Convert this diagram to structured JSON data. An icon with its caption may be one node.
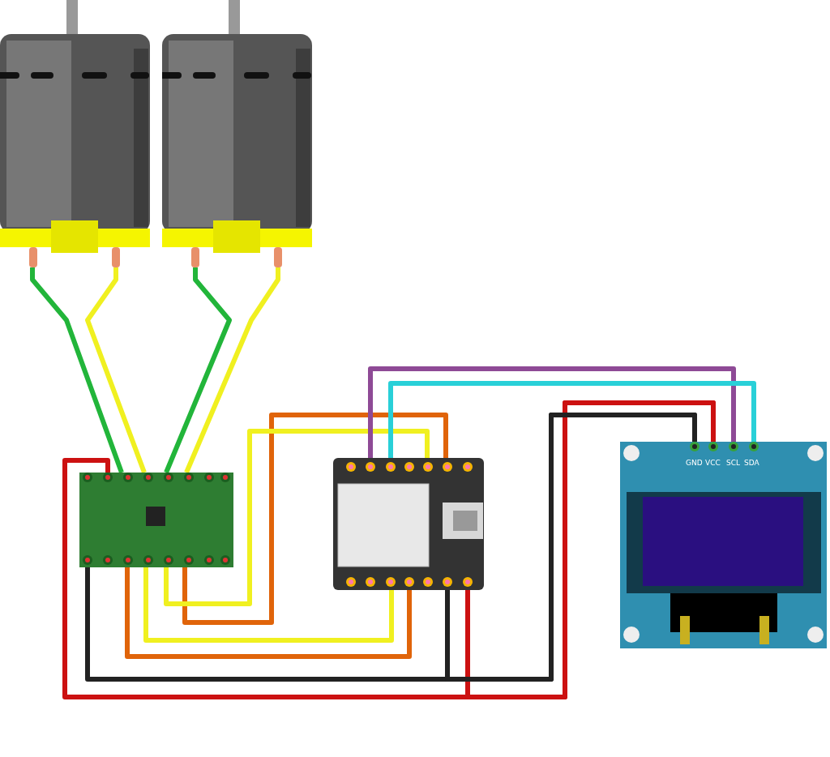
{
  "diagram": {
    "nodes": [
      {
        "text": [],
        "shape": "picture"
      },
      {
        "text": [],
        "shape": "picture"
      },
      {
        "text": [],
        "shape": "picture"
      },
      {
        "text": [],
        "shape": "picture"
      },
      {
        "text": [],
        "shape": "picture"
      }
    ],
    "edges": [
      {
        "from": 0,
        "to": 2,
        "arrow": "none",
        "color": "#22b53a"
      },
      {
        "from": 0,
        "to": 2,
        "arrow": "none",
        "color": "#f0f020"
      },
      {
        "from": 1,
        "to": 2,
        "arrow": "none",
        "color": "#22b53a"
      },
      {
        "from": 1,
        "to": 2,
        "arrow": "none",
        "color": "#f0f020"
      },
      {
        "from": 2,
        "to": 3,
        "arrow": "none",
        "color": "#e0640a"
      },
      {
        "from": 2,
        "to": 3,
        "arrow": "none",
        "color": "#f0f020"
      },
      {
        "from": 2,
        "to": 3,
        "arrow": "none",
        "color": "#f0f020"
      },
      {
        "from": 2,
        "to": 3,
        "arrow": "none",
        "color": "#e0640a"
      },
      {
        "from": 2,
        "to": 4,
        "arrow": "none",
        "color": "#cc1111"
      },
      {
        "from": 3,
        "to": 4,
        "arrow": "none",
        "color": "#cc1111"
      },
      {
        "from": 2,
        "to": 4,
        "arrow": "none",
        "color": "#222222"
      },
      {
        "from": 3,
        "to": 4,
        "arrow": "none",
        "color": "#222222"
      },
      {
        "from": 3,
        "to": 4,
        "arrow": "none",
        "color": "#8e4a96"
      },
      {
        "from": 3,
        "to": 4,
        "arrow": "none",
        "color": "#29d0d8"
      }
    ],
    "labels": [
      "GND",
      "VCC",
      "SCL",
      "SDA"
    ]
  }
}
